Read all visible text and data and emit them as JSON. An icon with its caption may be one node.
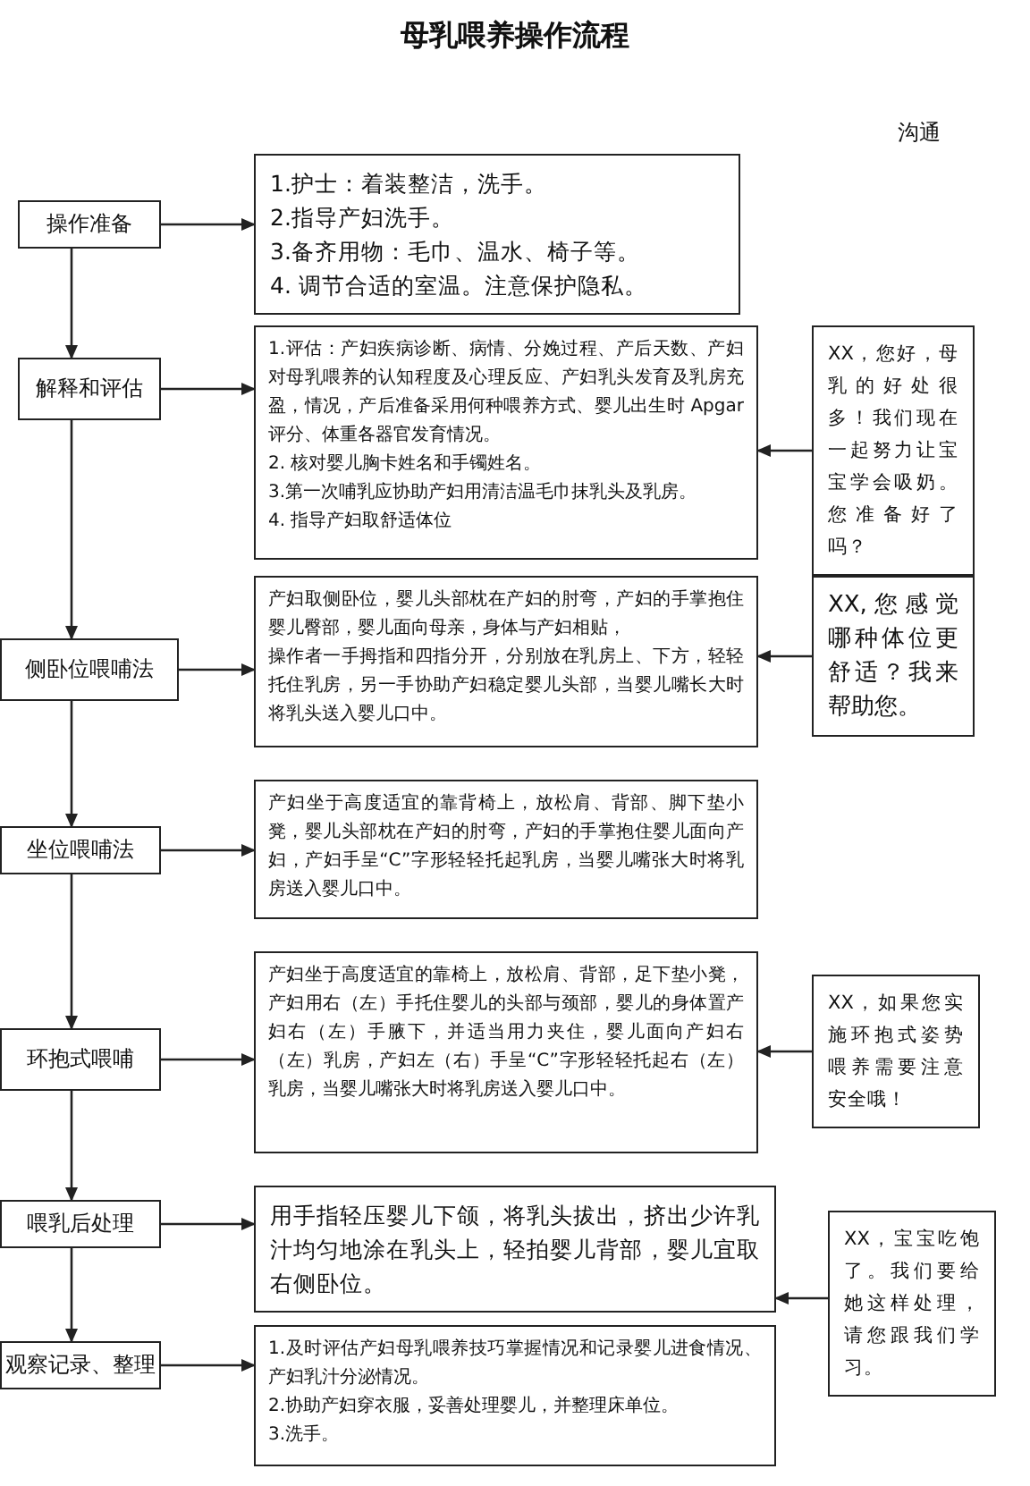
{
  "diagram": {
    "title": "母乳喂养操作流程",
    "nodes": [
      {
        "text": [
          "操作准备"
        ]
      },
      {
        "text": [
          "1.护士：着装整洁，洗手。",
          "2.指导产妇洗手。",
          "3.备齐用物：毛巾、温水、椅子等。",
          "4. 调节合适的室温。注意保护隐私。"
        ]
      },
      {
        "text": [
          "解释和评估"
        ]
      },
      {
        "text": [
          "1.评估：产妇疾病诊断、病情、分娩过程、产后天数、产妇对母乳喂养的认知程度及心理反应、产妇乳头发育及乳房充盈，情况，产后准备采用何种喂养方式、婴儿出生时 Apgar 评分、体重各器官发育情况。",
          "2. 核对婴儿胸卡姓名和手镯姓名。",
          "3.第一次哺乳应协助产妇用清洁温毛巾抹乳头及乳房。",
          "4. 指导产妇取舒适体位"
        ]
      },
      {
        "text": [
          "XX，您好，母乳的好处很多！我们现在一起努力让宝宝学会吸奶。您准备好了吗？"
        ]
      },
      {
        "text": [
          "侧卧位喂哺法"
        ]
      },
      {
        "text": [
          "产妇取侧卧位，婴儿头部枕在产妇的肘弯，产妇的手掌抱住婴儿臀部，婴儿面向母亲，身体与产妇相贴，",
          "操作者一手拇指和四指分开，分别放在乳房上、下方，轻轻托住乳房，另一手协助产妇稳定婴儿头部，当婴儿嘴长大时将乳头送入婴儿口中。"
        ]
      },
      {
        "text": [
          "XX,您感觉哪种体位更舒适？我来帮助您。"
        ]
      },
      {
        "text": [
          "坐位喂哺法"
        ]
      },
      {
        "text": [
          "产妇坐于高度适宜的靠背椅上，放松肩、背部、脚下垫小凳，婴儿头部枕在产妇的肘弯，产妇的手掌抱住婴儿面向产妇，产妇手呈“C”字形轻轻托起乳房，当婴儿嘴张大时将乳房送入婴儿口中。"
        ]
      },
      {
        "text": [
          "环抱式喂哺"
        ]
      },
      {
        "text": [
          "产妇坐于高度适宜的靠椅上，放松肩、背部，足下垫小凳，产妇用右（左）手托住婴儿的头部与颈部，婴儿的身体置产妇右（左）手腋下，并适当用力夹住，婴儿面向产妇右（左）乳房，产妇左（右）手呈“C”字形轻轻托起右（左）乳房，当婴儿嘴张大时将乳房送入婴儿口中。"
        ]
      },
      {
        "text": [
          "XX，如果您实施环抱式姿势喂养需要注意安全哦！"
        ]
      },
      {
        "text": [
          "喂乳后处理"
        ]
      },
      {
        "text": [
          "用手指轻压婴儿下颌，将乳头拔出，挤出少许乳汁均匀地涂在乳头上，轻拍婴儿背部，婴儿宜取右侧卧位。"
        ]
      },
      {
        "text": [
          "XX，宝宝吃饱了。我们要给她这样处理，请您跟我们学习。"
        ]
      },
      {
        "text": [
          "观察记录、整理"
        ]
      },
      {
        "text": [
          "1.及时评估产妇母乳喂养技巧掌握情况和记录婴儿进食情况、产妇乳汁分泌情况。",
          "2.协助产妇穿衣服，妥善处理婴儿，并整理床单位。",
          "3.洗手。"
        ]
      }
    ],
    "edges": [
      {
        "from": 0,
        "to": 1,
        "arrow": "to"
      },
      {
        "from": 0,
        "to": 2,
        "arrow": "to"
      },
      {
        "from": 2,
        "to": 3,
        "arrow": "to"
      },
      {
        "from": 4,
        "to": 3,
        "arrow": "to"
      },
      {
        "from": 2,
        "to": 5,
        "arrow": "to"
      },
      {
        "from": 5,
        "to": 6,
        "arrow": "to"
      },
      {
        "from": 7,
        "to": 6,
        "arrow": "to"
      },
      {
        "from": 5,
        "to": 8,
        "arrow": "to"
      },
      {
        "from": 8,
        "to": 9,
        "arrow": "to"
      },
      {
        "from": 8,
        "to": 10,
        "arrow": "to"
      },
      {
        "from": 10,
        "to": 11,
        "arrow": "to"
      },
      {
        "from": 12,
        "to": 11,
        "arrow": "to"
      },
      {
        "from": 10,
        "to": 13,
        "arrow": "to"
      },
      {
        "from": 13,
        "to": 14,
        "arrow": "to"
      },
      {
        "from": 15,
        "to": 14,
        "arrow": "to"
      },
      {
        "from": 13,
        "to": 16,
        "arrow": "to"
      },
      {
        "from": 16,
        "to": 17,
        "arrow": "to"
      }
    ],
    "labels": [
      "沟通"
    ]
  }
}
